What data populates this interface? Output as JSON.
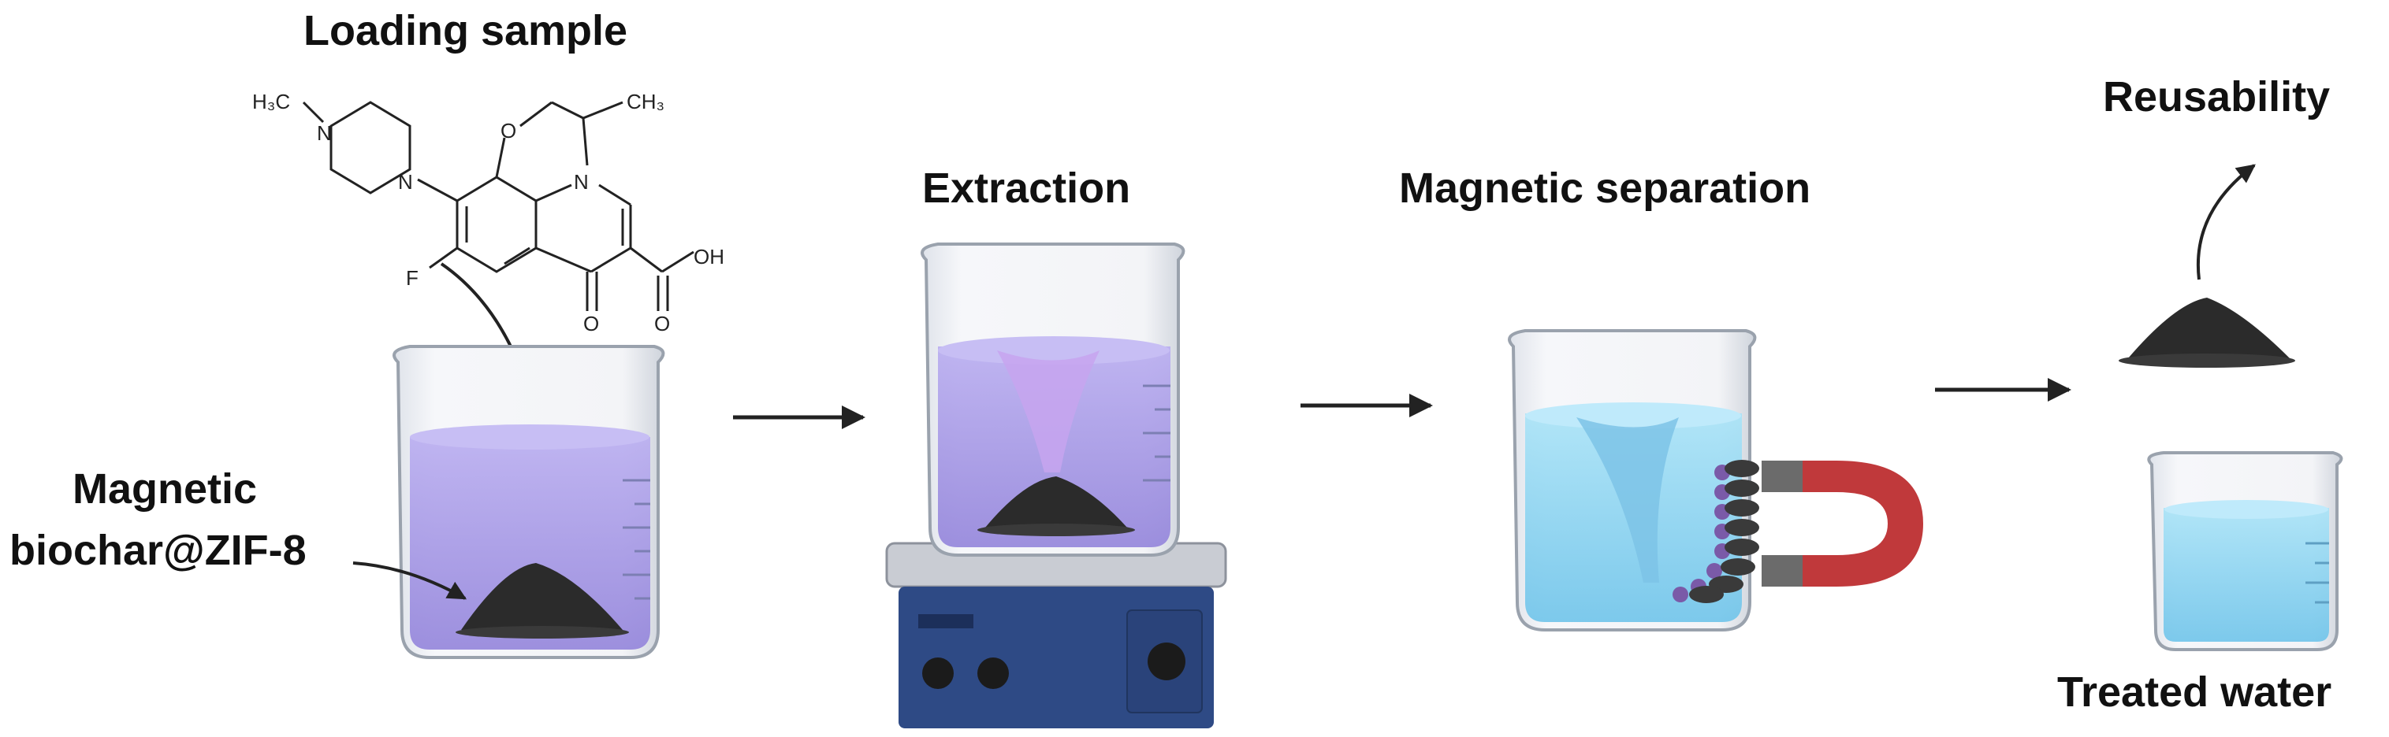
{
  "steps": {
    "loading": "Loading sample",
    "extraction": "Extraction",
    "separation": "Magnetic separation",
    "reusability": "Reusability",
    "treated": "Treated water"
  },
  "material_label": [
    "Magnetic",
    "biochar@ZIF-8"
  ],
  "molecule": {
    "h3c": "H₃C",
    "ch3": "CH₃",
    "n": "N",
    "o": "O",
    "f": "F",
    "oh": "OH"
  },
  "colors": {
    "purple_liquid": "#a99be6",
    "blue_liquid": "#8fd3ef",
    "biochar": "#2b2b2b",
    "magnet_red": "#c0393b",
    "magnet_pole": "#6b6b6b",
    "stirrer_body": "#2e4a85",
    "arrow": "#222222"
  },
  "icons": [
    "beaker-icon",
    "biochar-pile-icon",
    "magnetic-stirrer-icon",
    "horseshoe-magnet-icon",
    "vortex-icon",
    "arrow-icon"
  ]
}
